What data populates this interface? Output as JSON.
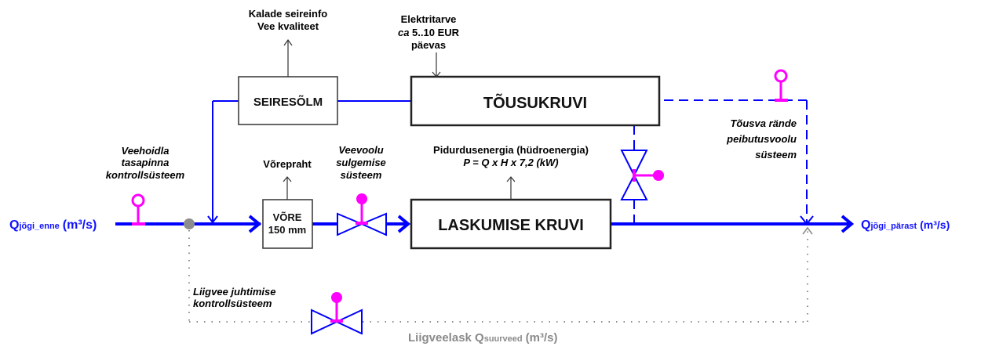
{
  "colors": {
    "flow": "#0000ff",
    "control": "#ff00ff",
    "bypass": "#8c8c8c",
    "box_border": "#222222",
    "annotation_arrow": "#333333"
  },
  "inflow": {
    "main": "Q",
    "sub": "jõgi_enne",
    "unit": "(m³/s)"
  },
  "outflow": {
    "main": "Q",
    "sub": "jõgi_pärast",
    "unit": "(m³/s)"
  },
  "spill": {
    "label": "Liigveelask Q",
    "sub": "suurveed",
    "unit": "(m³/s)"
  },
  "boxes": {
    "monitor": "SEIRESÕLM",
    "upscrew": "TÕUSUKRUVI",
    "screen_line1": "VÕRE",
    "screen_line2": "150 mm",
    "downscrew": "LASKUMISE KRUVI"
  },
  "annotations": {
    "monitor_out": [
      "Kalade seireinfo",
      "Vee kvaliteet"
    ],
    "power_in": {
      "line1": "Elektritarve",
      "line2_italic": "ca",
      "line2_rest": " 5..10 EUR",
      "line3": "päevas"
    },
    "screen_out": "Võrepraht",
    "energy_out": [
      "Pidurdusenergia (hüdroenergia)",
      "P = Q x H x 7,2 (kW)"
    ],
    "reservoir_control": [
      "Veehoidla",
      "tasapinna",
      "kontrollsüsteem"
    ],
    "shutoff_control": [
      "Veevoolu",
      "sulgemise",
      "süsteem"
    ],
    "attraction_flow": [
      "Tõusva rände",
      "peibutusvoolu",
      "süsteem"
    ],
    "spill_control": [
      "Liigvee juhtimise",
      "kontrollsüsteem"
    ]
  },
  "icons": {
    "level_sensor": "level-sensor-icon",
    "valve": "gate-valve-icon",
    "junction": "junction-dot-icon"
  }
}
